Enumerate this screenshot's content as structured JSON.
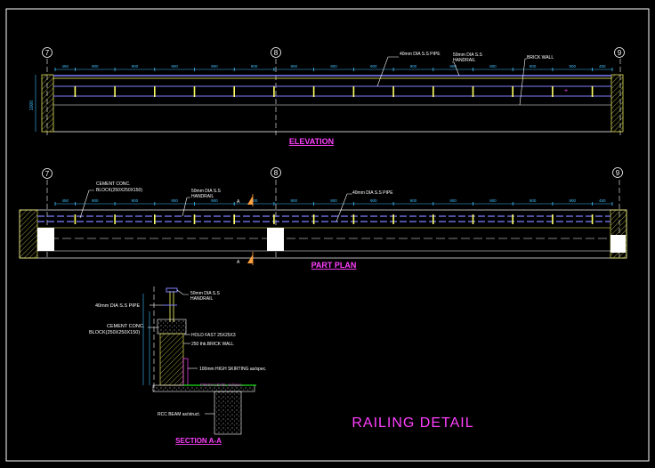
{
  "colors": {
    "background": "#000000",
    "border": "#ffffff",
    "rail": "#ffff66",
    "pipe": "#8080ff",
    "dim": "#40c0ff",
    "magenta": "#ff40ff",
    "grid": "#ffffff",
    "concrete": "#ffffff",
    "hatch": "#ffff66",
    "note": "#ffffff",
    "slab": "#20e020"
  },
  "grid_bubbles": {
    "left": "7",
    "middle": "8",
    "right": "9"
  },
  "elevation": {
    "title": "ELEVATION",
    "dims": [
      "450",
      "900",
      "900",
      "900",
      "900",
      "900",
      "900",
      "900",
      "900",
      "900",
      "900",
      "900",
      "900",
      "900",
      "450"
    ],
    "height_dim": "1000",
    "labels": {
      "pipe": "40mm DIA S.S PIPE",
      "handrail_1": "50mm DIA S.S",
      "handrail_2": "HANDRAIL",
      "wall": "BRICK WALL"
    }
  },
  "plan": {
    "title": "PART PLAN",
    "dims": [
      "450",
      "900",
      "900",
      "900",
      "900",
      "900",
      "900",
      "900",
      "900",
      "900",
      "900",
      "900",
      "900",
      "900",
      "450"
    ],
    "labels": {
      "block_1": "CEMENT CONC.",
      "block_2": "BLOCK(250X250X150)",
      "handrail_1": "50mm DIA S.S",
      "handrail_2": "HANDRAIL",
      "pipe": "40mm DIA S.S PIPE"
    },
    "section_marks": [
      "A",
      "A"
    ]
  },
  "section": {
    "title": "SECTION A-A",
    "labels": {
      "handrail_1": "50mm DIA S.S",
      "handrail_2": "HANDRAIL",
      "pipe": "40mm DIA S.S PIPE",
      "block_1": "CEMENT CONC.",
      "block_2": "BLOCK(250X250X150)",
      "holdfast": "HOLD FAST 25X25X3",
      "wall": "250 thk.BRICK WALL",
      "skirting": "100mm HIGH SKIRTING as/spec.",
      "finish": "FINISH LEVEL as/spec.",
      "beam": "RCC BEAM as/struct."
    }
  },
  "sheet_title": "RAILING DETAIL"
}
